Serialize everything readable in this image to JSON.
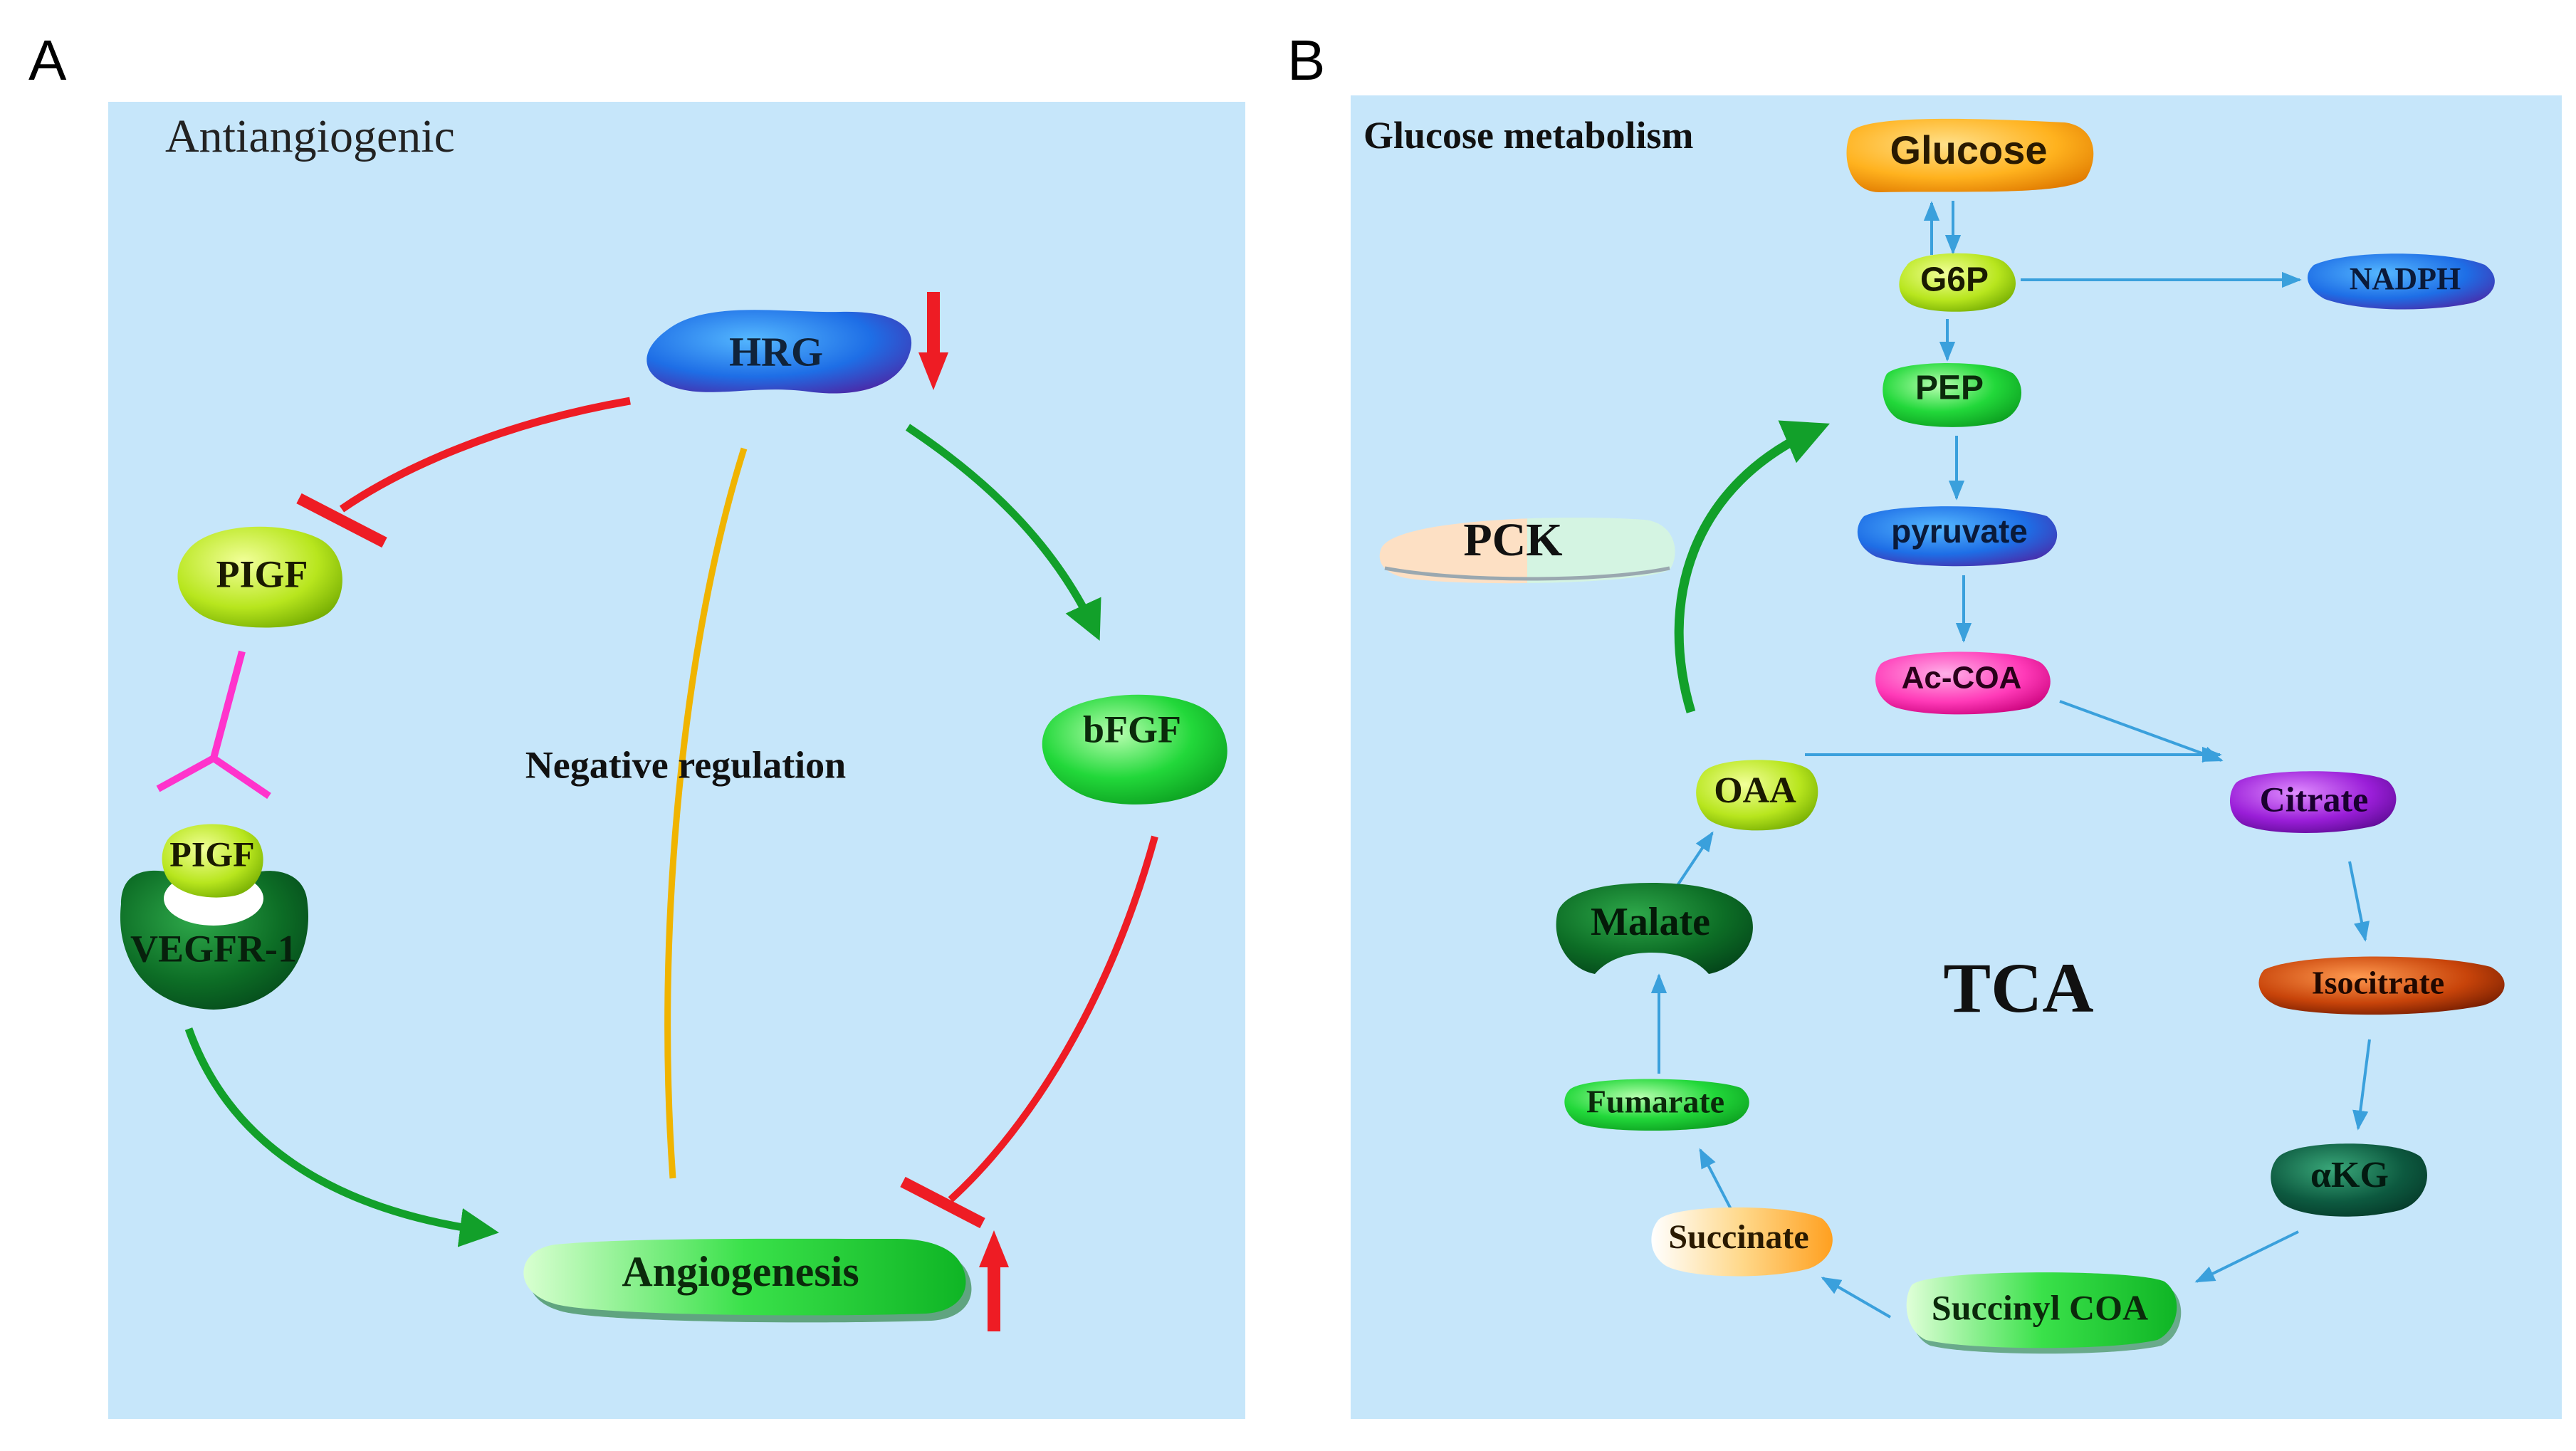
{
  "panel_a": {
    "letter": "A",
    "title": "Antiangiogenic",
    "center_label": "Negative regulation",
    "nodes": {
      "hrg": "HRG",
      "pigf_top": "PIGF",
      "bfgf": "bFGF",
      "pigf_bound": "PIGF",
      "vegfr1": "VEGFR-1",
      "angiogenesis": "Angiogenesis"
    }
  },
  "panel_b": {
    "letter": "B",
    "title": "Glucose metabolism",
    "cycle_label": "TCA",
    "nodes": {
      "glucose": "Glucose",
      "g6p": "G6P",
      "nadph": "NADPH",
      "pep": "PEP",
      "pck": "PCK",
      "pyruvate": "pyruvate",
      "accoa": "Ac-COA",
      "citrate": "Citrate",
      "oaa": "OAA",
      "malate": "Malate",
      "isocitrate": "Isocitrate",
      "fumarate": "Fumarate",
      "akg": "αKG",
      "succinate": "Succinate",
      "succinylcoa": "Succinyl COA"
    }
  },
  "colors": {
    "panel_bg": "#c6e6fa",
    "inhibit": "#ee1c24",
    "activate": "#12a02a",
    "negative": "#f0b400",
    "binding": "#ff33cc",
    "metabolic_arrow": "#3aa0dc"
  }
}
